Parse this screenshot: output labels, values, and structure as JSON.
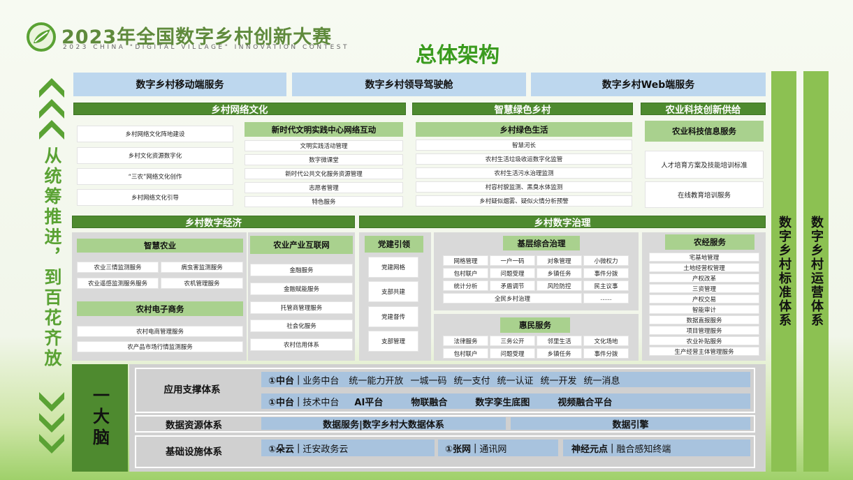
{
  "header": {
    "logo_title": "2023年全国数字乡村创新大赛",
    "logo_subtitle": "2023 CHINA \"DIGITAL VILLAGE\" INNOVATION CONTEST",
    "page_title": "总体架构"
  },
  "left_banner": {
    "text": "从统筹推进，到百花齐放"
  },
  "top_services": [
    "数字乡村移动端服务",
    "数字乡村领导驾驶舱",
    "数字乡村Web端服务"
  ],
  "culture": {
    "title": "乡村网络文化",
    "left_items": [
      "乡村网络文化阵地建设",
      "乡村文化资源数字化",
      "“三农”网络文化创作",
      "乡村网络文化引导"
    ],
    "center_title": "新时代文明实践中心网络互动",
    "center_items": [
      "文明实践活动管理",
      "数字微课堂",
      "新时代公共文化服务资源管理",
      "志愿者管理",
      "特色服务"
    ]
  },
  "green": {
    "title": "智慧绿色乡村",
    "sub_title": "乡村绿色生活",
    "items": [
      "智慧河长",
      "农村生活垃圾收运数字化监管",
      "农村生活污水治理监测",
      "村容村貌监测、黑臭水体监测",
      "乡村疑似烟雾、疑似火情分析预警"
    ]
  },
  "tech": {
    "title": "农业科技创新供给",
    "sub_title": "农业科技信息服务",
    "items": [
      "人才培育方案及技能培训标准",
      "在线教育培训服务"
    ]
  },
  "economy": {
    "title": "乡村数字经济",
    "smart_agri": {
      "title": "智慧农业",
      "items": [
        "农业三情监测服务",
        "病虫害监测服务",
        "农业遥感监测服务服务",
        "农机管理服务"
      ]
    },
    "ecommerce": {
      "title": "农村电子商务",
      "items": [
        "农村电商管理服务",
        "农产品市场行情监测服务"
      ]
    },
    "internet": {
      "title": "农业产业互联网",
      "items": [
        "金融服务",
        "金融赋能服务",
        "托管商管理服务",
        "社会化服务",
        "农村信用体系"
      ]
    }
  },
  "governance": {
    "title": "乡村数字治理",
    "party": {
      "title": "党建引领",
      "items": [
        "党建网格",
        "支部共建",
        "党建督传",
        "支部管理"
      ]
    },
    "grassroots": {
      "title": "基层综合治理",
      "rows": [
        [
          "网格管理",
          "一户一码",
          "对象管理",
          "小微权力"
        ],
        [
          "包村联户",
          "问题受理",
          "乡镇任务",
          "事件分拨"
        ],
        [
          "统计分析",
          "矛盾调节",
          "风险防控",
          "民主议事"
        ]
      ],
      "last_row": [
        "全民乡村治理",
        "......"
      ]
    },
    "benefit": {
      "title": "惠民服务",
      "rows": [
        [
          "法律服务",
          "三务公开",
          "邻里生活",
          "文化场地"
        ],
        [
          "包村联户",
          "问题受理",
          "乡镇任务",
          "事件分拨"
        ]
      ]
    },
    "agri_econ": {
      "title": "农经服务",
      "items": [
        "宅基地管理",
        "土地经营权管理",
        "产权改革",
        "三资管理",
        "产权交易",
        "智能审计",
        "数据直报服务",
        "项目管理服务",
        "农业补贴服务",
        "生产经营主体管理服务"
      ]
    }
  },
  "right_bars": [
    "数字乡村标准体系",
    "数字乡村运营体系"
  ],
  "brain": {
    "label": "一大脑",
    "app_support": {
      "label": "应用支撑体系",
      "row1": {
        "prefix": "①中台",
        "sep": "|",
        "name": "业务中台",
        "items": [
          "统一能力开放",
          "一城一码",
          "统一支付",
          "统一认证",
          "统一开发",
          "统一消息"
        ]
      },
      "row2": {
        "prefix": "①中台",
        "sep": "|",
        "name": "技术中台",
        "items": [
          "AI平台",
          "物联融合",
          "数字孪生底图",
          "视频融合平台"
        ]
      }
    },
    "data_resource": {
      "label": "数据资源体系",
      "left": "数据服务|数字乡村大数据体系",
      "right": "数据引擎"
    },
    "infra": {
      "label": "基础设施体系",
      "cloud": {
        "prefix": "①朵云",
        "sep": "|",
        "name": "迁安政务云"
      },
      "net": {
        "prefix": "①张网",
        "sep": "|",
        "name": "通讯网"
      },
      "nerve": {
        "prefix": "神经元点",
        "sep": "|",
        "name": "融合感知终端"
      }
    }
  },
  "colors": {
    "dark_green": "#4e8a2f",
    "light_green": "#a9d18e",
    "blue": "#bdd7ee",
    "bar_green": "#8cc152",
    "title_green": "#3a9b1e"
  }
}
